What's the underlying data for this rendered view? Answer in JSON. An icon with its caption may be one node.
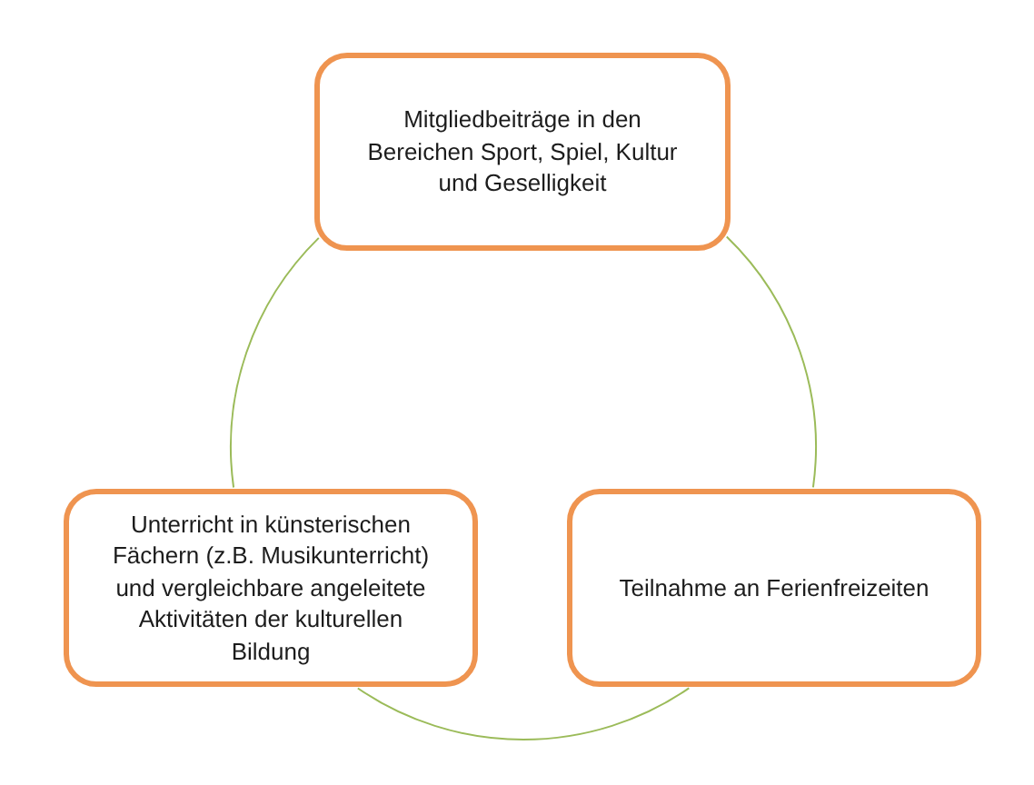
{
  "diagram": {
    "nodes": [
      {
        "text": [
          "Mitgliedbeiträge in den Bereichen Sport, Spiel, Kultur und Geselligkeit"
        ]
      },
      {
        "text": [
          "Unterricht in künsterischen Fächern (z.B. Musikunterricht) und vergleichbare angeleitete Aktivitäten der kulturellen Bildung"
        ]
      },
      {
        "text": [
          "Teilnahme an Ferienfreizeiten"
        ]
      }
    ],
    "edges": [
      {
        "from": 0,
        "to": 2,
        "arrow": "none"
      },
      {
        "from": 2,
        "to": 1,
        "arrow": "none"
      },
      {
        "from": 1,
        "to": 0,
        "arrow": "none"
      }
    ]
  }
}
